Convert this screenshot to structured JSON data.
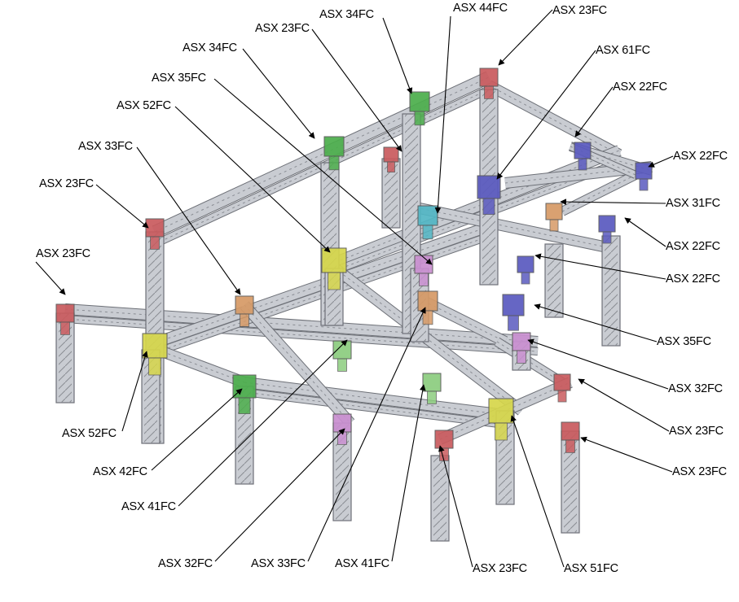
{
  "diagram": {
    "kind": "truss-assembly",
    "colors": {
      "truss": "#c9ccd2",
      "truss_edge": "#6d7077",
      "red": "#c95b5e",
      "green": "#4cae4c",
      "light_green": "#8ccd7e",
      "yellow": "#d6d64a",
      "orange": "#d69a66",
      "purple": "#5a5abf",
      "violet": "#c98fd0",
      "cyan": "#52b6c4"
    },
    "labels": [
      {
        "id": "l01",
        "text": "ASX 34FC"
      },
      {
        "id": "l02",
        "text": "ASX 44FC"
      },
      {
        "id": "l03",
        "text": "ASX 23FC"
      },
      {
        "id": "l04",
        "text": "ASX 34FC"
      },
      {
        "id": "l05",
        "text": "ASX 23FC"
      },
      {
        "id": "l06",
        "text": "ASX 61FC"
      },
      {
        "id": "l07",
        "text": "ASX 35FC"
      },
      {
        "id": "l08",
        "text": "ASX 22FC"
      },
      {
        "id": "l09",
        "text": "ASX 52FC"
      },
      {
        "id": "l10",
        "text": "ASX 33FC"
      },
      {
        "id": "l11",
        "text": "ASX 22FC"
      },
      {
        "id": "l12",
        "text": "ASX 23FC"
      },
      {
        "id": "l13",
        "text": "ASX 31FC"
      },
      {
        "id": "l14",
        "text": "ASX 23FC"
      },
      {
        "id": "l15",
        "text": "ASX 22FC"
      },
      {
        "id": "l16",
        "text": "ASX 22FC"
      },
      {
        "id": "l17",
        "text": "ASX 35FC"
      },
      {
        "id": "l18",
        "text": "ASX 32FC"
      },
      {
        "id": "l19",
        "text": "ASX 52FC"
      },
      {
        "id": "l20",
        "text": "ASX 23FC"
      },
      {
        "id": "l21",
        "text": "ASX 42FC"
      },
      {
        "id": "l22",
        "text": "ASX 23FC"
      },
      {
        "id": "l23",
        "text": "ASX 41FC"
      },
      {
        "id": "l24",
        "text": "ASX 32FC"
      },
      {
        "id": "l25",
        "text": "ASX 33FC"
      },
      {
        "id": "l26",
        "text": "ASX 41FC"
      },
      {
        "id": "l27",
        "text": "ASX 23FC"
      },
      {
        "id": "l28",
        "text": "ASX 51FC"
      }
    ]
  }
}
